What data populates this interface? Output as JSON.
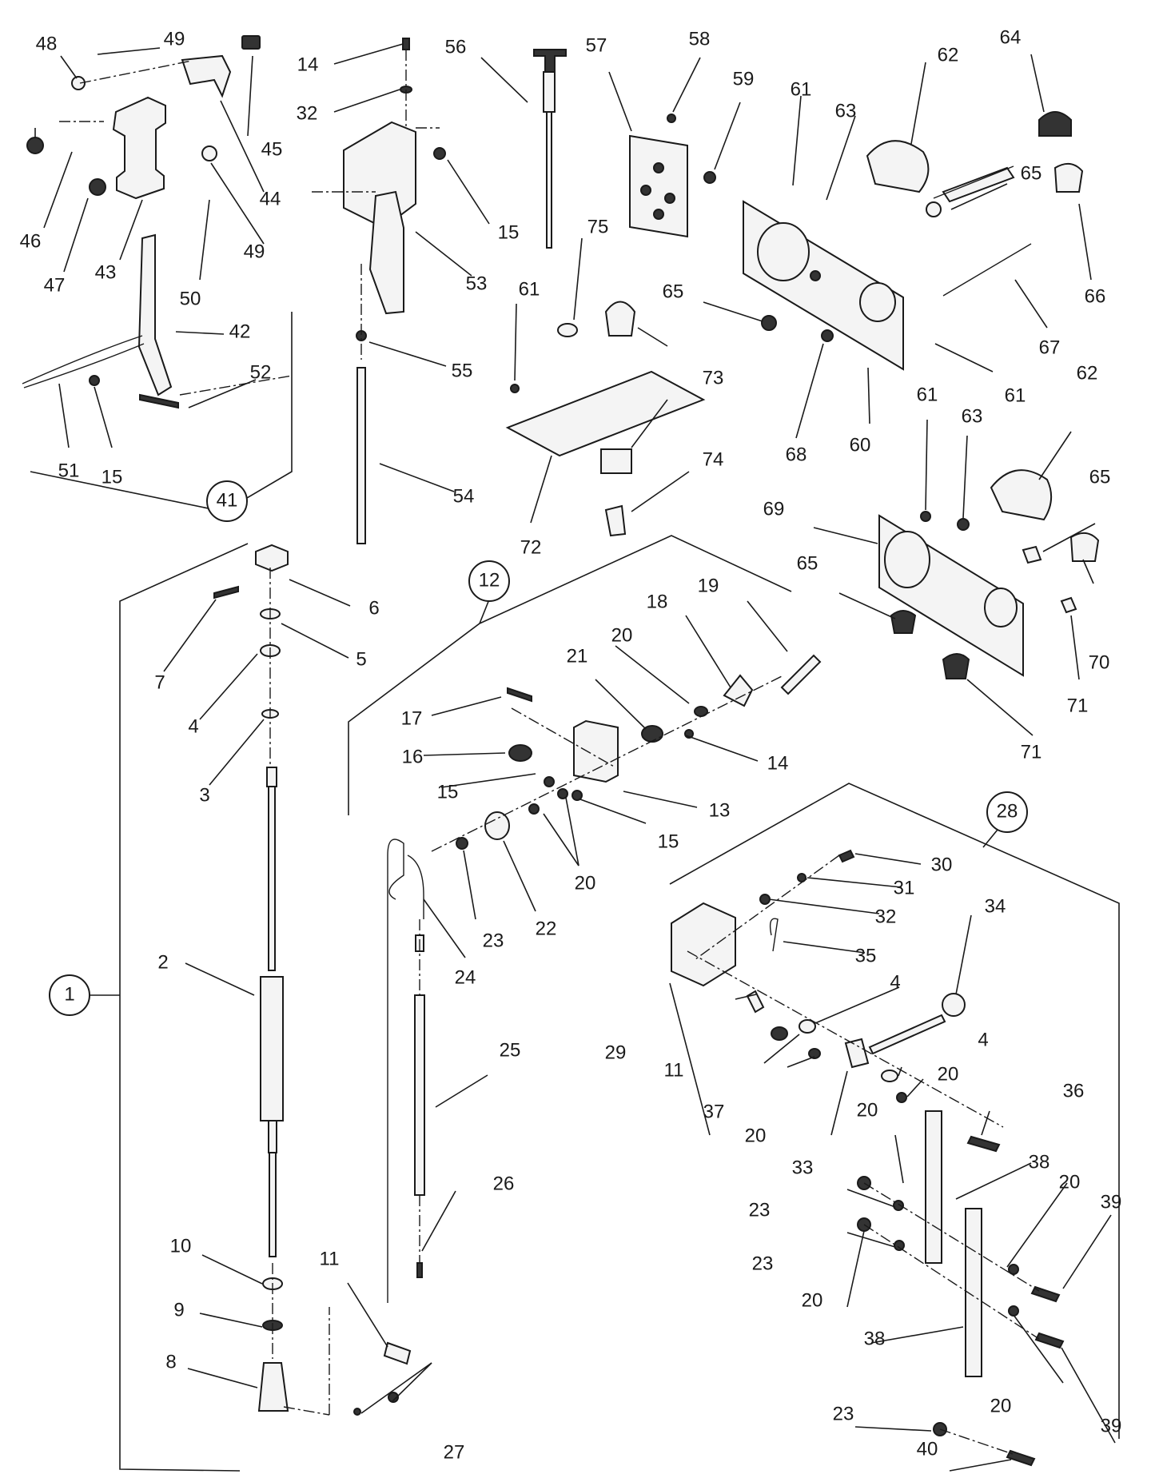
{
  "diagram": {
    "groups": [
      "1",
      "12",
      "28",
      "41"
    ],
    "part_numbers": [
      "2",
      "3",
      "4",
      "5",
      "6",
      "7",
      "8",
      "9",
      "10",
      "11",
      "13",
      "14",
      "15",
      "16",
      "17",
      "18",
      "19",
      "20",
      "21",
      "22",
      "23",
      "24",
      "25",
      "26",
      "27",
      "29",
      "30",
      "31",
      "32",
      "33",
      "34",
      "35",
      "36",
      "37",
      "38",
      "39",
      "40",
      "42",
      "43",
      "44",
      "45",
      "46",
      "47",
      "48",
      "49",
      "50",
      "51",
      "52",
      "53",
      "54",
      "55",
      "56",
      "57",
      "58",
      "59",
      "60",
      "61",
      "62",
      "63",
      "64",
      "65",
      "66",
      "67",
      "68",
      "69",
      "70",
      "71",
      "72",
      "73",
      "74",
      "75"
    ]
  }
}
